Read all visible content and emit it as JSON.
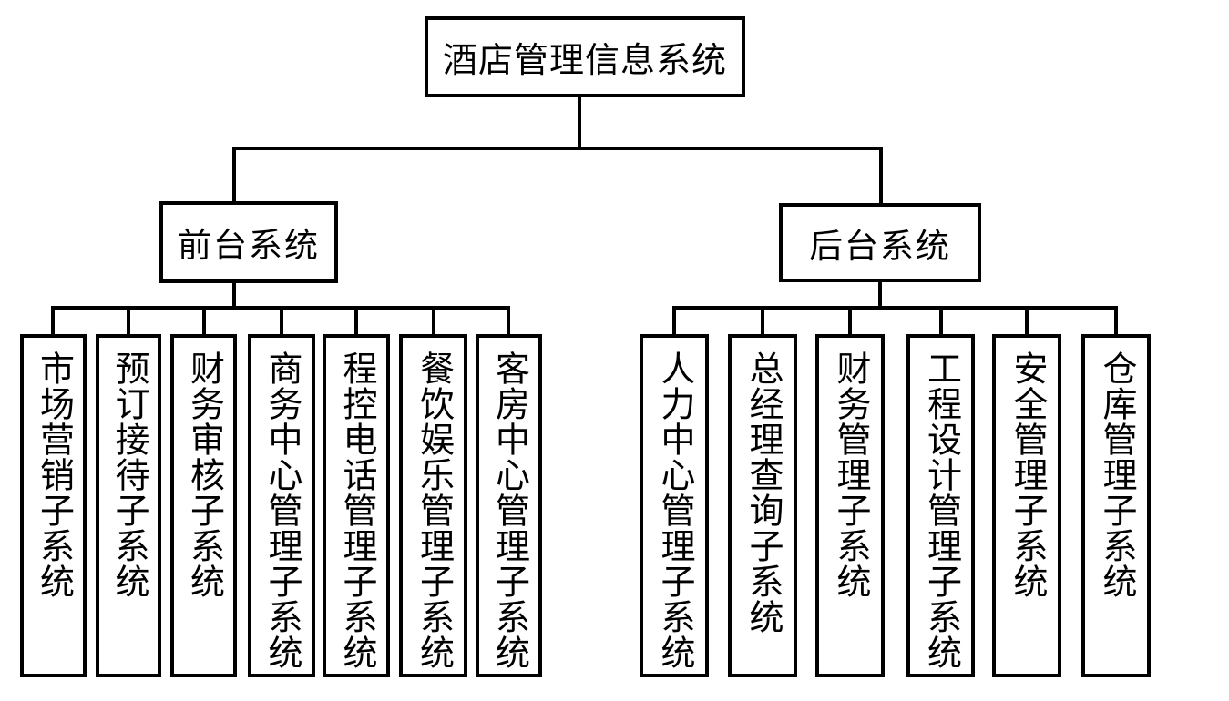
{
  "diagram": {
    "type": "org-chart",
    "root": {
      "label": "酒店管理信息系统"
    },
    "branches": [
      {
        "label": "前台系统",
        "children": [
          "市场营销子系统",
          "预订接待子系统",
          "财务审核子系统",
          "商务中心管理子系统",
          "程控电话管理子系统",
          "餐饮娱乐管理子系统",
          "客房中心管理子系统"
        ]
      },
      {
        "label": "后台系统",
        "children": [
          "人力中心管理子系统",
          "总经理查询子系统",
          "财务管理子系统",
          "工程设计管理子系统",
          "安全管理子系统",
          "仓库管理子系统"
        ]
      }
    ],
    "colors": {
      "line": "#000000",
      "box_border": "#000000",
      "box_fill": "#ffffff",
      "background": "#ffffff",
      "text": "#000000"
    }
  }
}
